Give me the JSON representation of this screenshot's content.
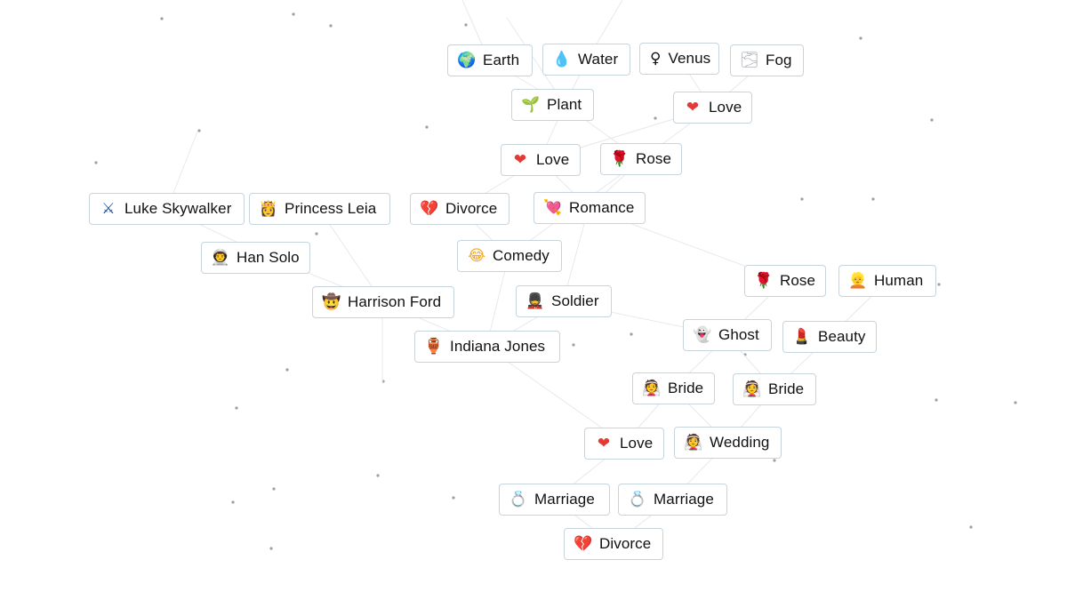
{
  "app": {
    "colors": {
      "background": "#ffffff",
      "tile_border": "#c8d4dc",
      "line": "#e6e9ec",
      "dot": "#9aa0a6"
    }
  },
  "tiles": [
    {
      "id": "earth",
      "label": "Earth",
      "icon": "globe-icon",
      "glyph": "🌍"
    },
    {
      "id": "water",
      "label": "Water",
      "icon": "droplet-icon",
      "glyph": "💧"
    },
    {
      "id": "venus",
      "label": "Venus",
      "icon": "female-sign-icon",
      "glyph": "♀"
    },
    {
      "id": "fog",
      "label": "Fog",
      "icon": "fog-icon",
      "glyph": "🌫"
    },
    {
      "id": "plant",
      "label": "Plant",
      "icon": "seedling-icon",
      "glyph": "🌱"
    },
    {
      "id": "love-1",
      "label": "Love",
      "icon": "red-heart-icon",
      "glyph": "❤"
    },
    {
      "id": "love-2",
      "label": "Love",
      "icon": "red-heart-icon",
      "glyph": "❤"
    },
    {
      "id": "rose-1",
      "label": "Rose",
      "icon": "rose-icon",
      "glyph": "🌹"
    },
    {
      "id": "luke",
      "label": "Luke Skywalker",
      "icon": "lightsaber-icon",
      "glyph": "⚔"
    },
    {
      "id": "leia",
      "label": "Princess Leia",
      "icon": "princess-icon",
      "glyph": "👸"
    },
    {
      "id": "divorce-1",
      "label": "Divorce",
      "icon": "broken-heart-icon",
      "glyph": "💔"
    },
    {
      "id": "romance",
      "label": "Romance",
      "icon": "heart-arrow-icon",
      "glyph": "💘"
    },
    {
      "id": "han",
      "label": "Han Solo",
      "icon": "astronaut-icon",
      "glyph": "👨‍🚀"
    },
    {
      "id": "comedy",
      "label": "Comedy",
      "icon": "laughing-face-icon",
      "glyph": "😂"
    },
    {
      "id": "harrison",
      "label": "Harrison Ford",
      "icon": "cowboy-face-icon",
      "glyph": "🤠"
    },
    {
      "id": "soldier",
      "label": "Soldier",
      "icon": "guard-icon",
      "glyph": "💂"
    },
    {
      "id": "indiana",
      "label": "Indiana Jones",
      "icon": "amphora-icon",
      "glyph": "🏺"
    },
    {
      "id": "rose-2",
      "label": "Rose",
      "icon": "rose-icon",
      "glyph": "🌹"
    },
    {
      "id": "human",
      "label": "Human",
      "icon": "person-icon",
      "glyph": "👱"
    },
    {
      "id": "ghost",
      "label": "Ghost",
      "icon": "ghost-icon",
      "glyph": "👻"
    },
    {
      "id": "beauty",
      "label": "Beauty",
      "icon": "lipstick-icon",
      "glyph": "💄"
    },
    {
      "id": "bride-1",
      "label": "Bride",
      "icon": "bride-icon",
      "glyph": "👰"
    },
    {
      "id": "bride-2",
      "label": "Bride",
      "icon": "bride-icon",
      "glyph": "👰"
    },
    {
      "id": "love-3",
      "label": "Love",
      "icon": "red-heart-icon",
      "glyph": "❤"
    },
    {
      "id": "wedding",
      "label": "Wedding",
      "icon": "bride-icon",
      "glyph": "👰"
    },
    {
      "id": "marriage-1",
      "label": "Marriage",
      "icon": "ring-icon",
      "glyph": "💍"
    },
    {
      "id": "marriage-2",
      "label": "Marriage",
      "icon": "ring-icon",
      "glyph": "💍"
    },
    {
      "id": "divorce-2",
      "label": "Divorce",
      "icon": "broken-heart-icon",
      "glyph": "💔"
    }
  ]
}
